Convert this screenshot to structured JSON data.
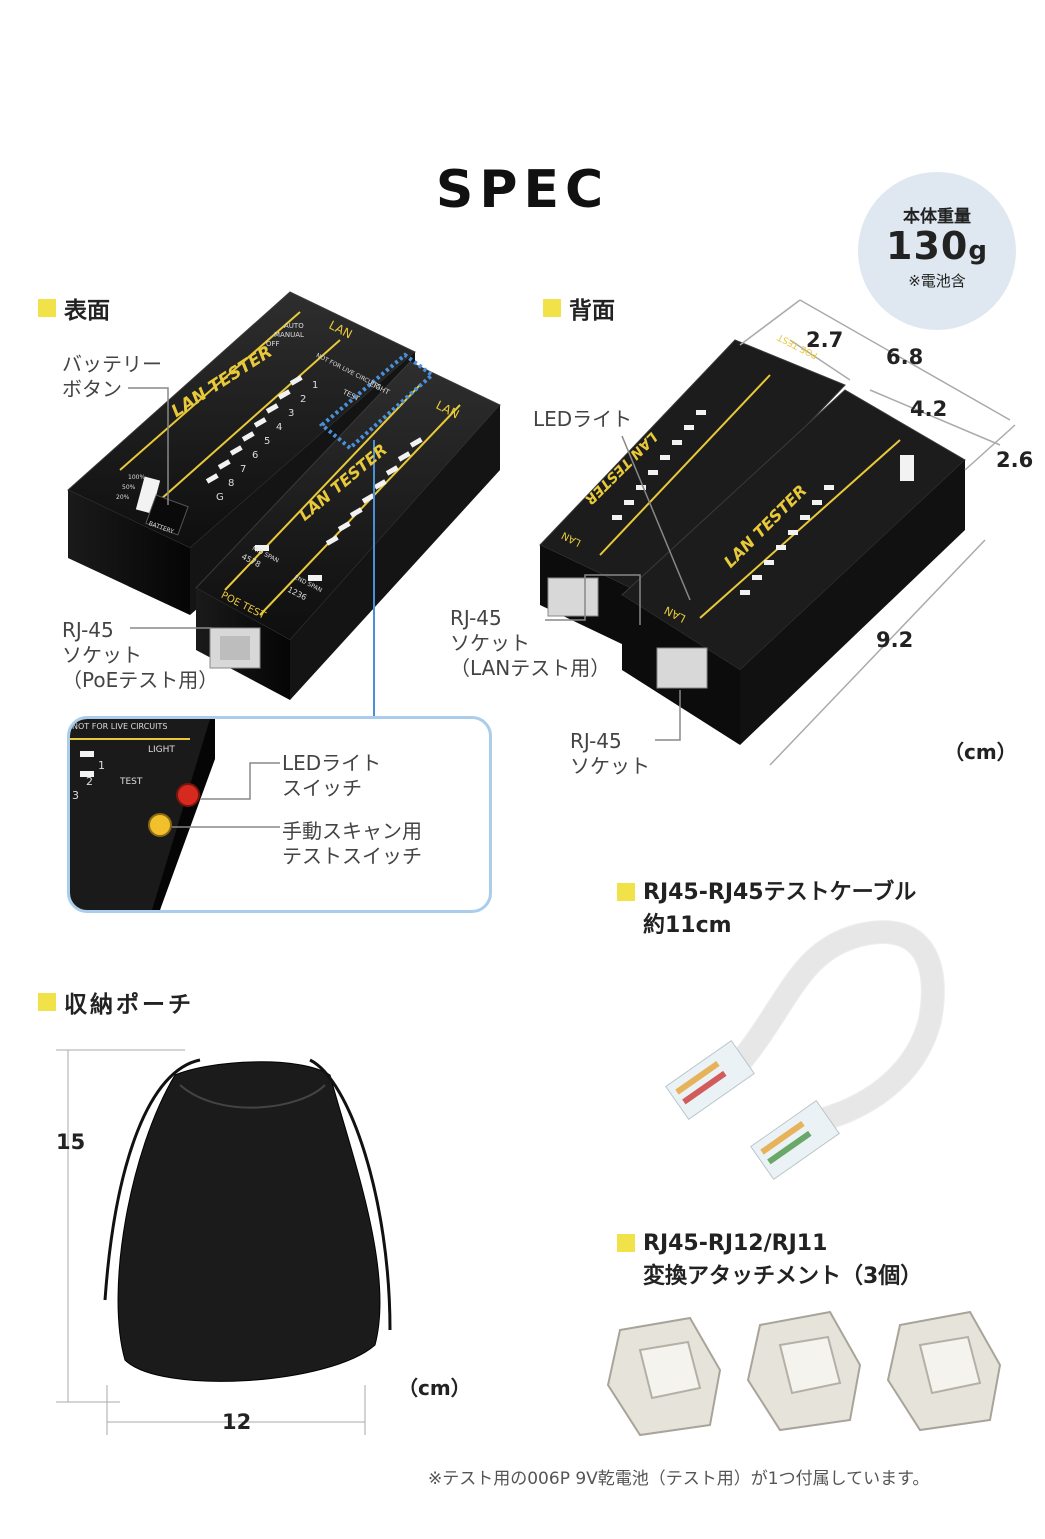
{
  "title": "SPEC",
  "weight_badge": {
    "label": "本体重量",
    "value": "130",
    "unit": "g",
    "note": "※電池含"
  },
  "front": {
    "heading": "表面",
    "callouts": {
      "battery_button": [
        "バッテリー",
        "ボタン"
      ],
      "rj45_poe": [
        "RJ-45",
        "ソケット",
        "（PoEテスト用）"
      ],
      "led_switch": [
        "LEDライト",
        "スイッチ"
      ],
      "manual_scan": [
        "手動スキャン用",
        "テストスイッチ"
      ]
    },
    "device_text": {
      "main_label": "LAN TESTER",
      "lan_tag": "LAN",
      "not_for_live": "NOT FOR LIVE CIRCUITS",
      "light": "LIGHT",
      "test": "TEST",
      "auto": "AUTO",
      "manual": "MANUAL",
      "off": "OFF",
      "battery": "BATTERY",
      "pct100": "100%",
      "pct50": "50%",
      "pct20": "20%",
      "poe_test": "POE TEST",
      "n4578": "4578",
      "mid_span": "MID SPAN",
      "end_span": "END SPAN",
      "n1236": "1236",
      "pins": [
        "1",
        "2",
        "3",
        "4",
        "5",
        "6",
        "7",
        "8",
        "G"
      ]
    }
  },
  "back": {
    "heading": "背面",
    "callouts": {
      "led_light": "LEDライト",
      "rj45_lan": [
        "RJ-45",
        "ソケット",
        "（LANテスト用）"
      ],
      "rj45": [
        "RJ-45",
        "ソケット"
      ]
    },
    "dimensions": {
      "d1": "2.7",
      "d2": "6.8",
      "d3": "4.2",
      "d4": "2.6",
      "d5": "9.2"
    },
    "unit": "（cm）"
  },
  "cable": {
    "heading": "RJ45-RJ45テストケーブル",
    "sub": "約11cm"
  },
  "attachment": {
    "heading": "RJ45-RJ12/RJ11",
    "sub": "変換アタッチメント（3個）"
  },
  "pouch": {
    "heading": "収納ポーチ",
    "dimensions": {
      "height": "15",
      "width": "12"
    },
    "unit": "（cm）"
  },
  "footnote": "※テスト用の006P 9V乾電池（テスト用）が1つ付属しています。",
  "colors": {
    "accent_yellow": "#f2e24a",
    "badge_bg": "#dfe8f0",
    "callout_blue": "#4a90d9",
    "zoom_border": "#a9cdeb"
  }
}
